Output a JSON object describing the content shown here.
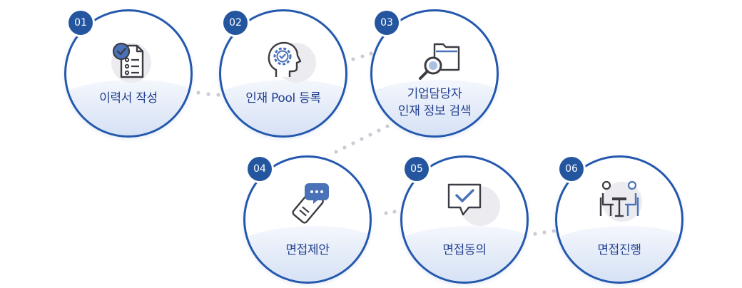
{
  "steps": [
    {
      "number": "01",
      "label": "이력서 작성",
      "icon": "resume-checklist-icon"
    },
    {
      "number": "02",
      "label": "인재 Pool 등록",
      "icon": "head-gear-check-icon"
    },
    {
      "number": "03",
      "label_line1": "기업담당자",
      "label_line2": "인재 정보 검색",
      "icon": "folder-search-icon"
    },
    {
      "number": "04",
      "label": "면접제안",
      "icon": "phone-chat-icon"
    },
    {
      "number": "05",
      "label": "면접동의",
      "icon": "speech-check-icon"
    },
    {
      "number": "06",
      "label": "면접진행",
      "icon": "interview-table-icon"
    }
  ],
  "colors": {
    "primary": "#2458ad",
    "badge": "#24569f",
    "label": "#23408f",
    "connector": "#cfc9d6",
    "icon_blue": "#4a72b8",
    "icon_dark": "#3c3c44"
  }
}
